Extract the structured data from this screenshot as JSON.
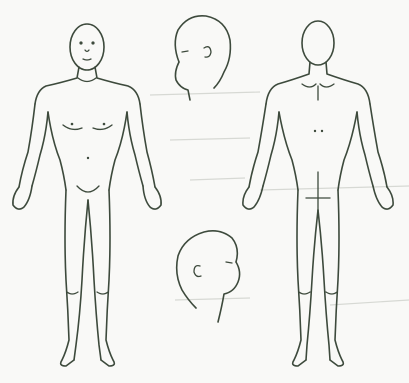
{
  "diagram": {
    "figures": [
      "body-front",
      "head-right-profile",
      "body-back",
      "head-left-profile"
    ],
    "colors": {
      "paper": "#f9f9f7",
      "ink": "#3d4a3c",
      "noise": "#d7d9d4"
    }
  }
}
